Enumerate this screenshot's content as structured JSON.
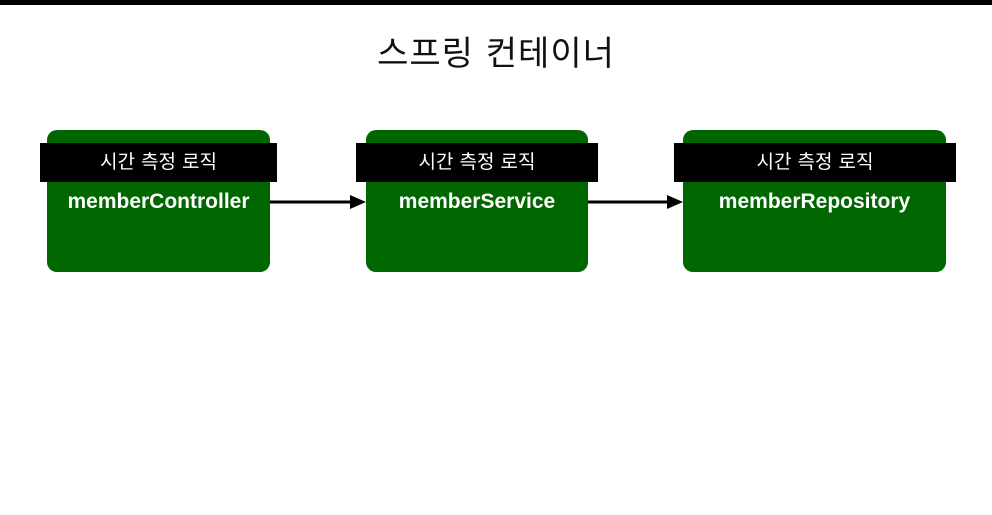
{
  "title": "스프링 컨테이너",
  "colors": {
    "box_fill": "#006600",
    "label_fill": "#000000",
    "text": "#ffffff",
    "arrow": "#000000"
  },
  "boxes": [
    {
      "timing_label": "시간 측정 로직",
      "name": "memberController"
    },
    {
      "timing_label": "시간 측정 로직",
      "name": "memberService"
    },
    {
      "timing_label": "시간 측정 로직",
      "name": "memberRepository"
    }
  ]
}
